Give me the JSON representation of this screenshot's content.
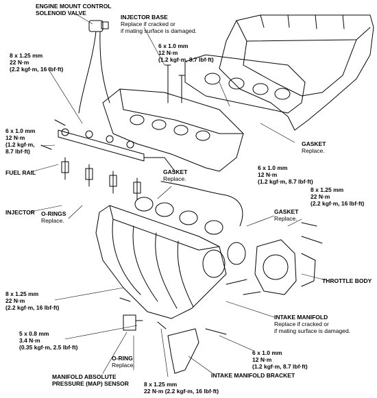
{
  "diagram": {
    "accent": "#000000",
    "labels": {
      "emcsv": {
        "title1": "ENGINE MOUNT CONTROL",
        "title2": "SOLENOID VALVE"
      },
      "injector_base": {
        "title": "INJECTOR BASE",
        "note1": "Replace if cracked or",
        "note2": "if mating surface is damaged."
      },
      "spec_base": {
        "l1": "6 x 1.0 mm",
        "l2": "12 N·m",
        "l3": "(1.2 kgf·m, 8.7 lbf·ft)"
      },
      "spec_left_top": {
        "l1": "8 x 1.25 mm",
        "l2": "22 N·m",
        "l3": "(2.2 kgf·m, 16 lbf·ft)"
      },
      "spec_left_mid": {
        "l1": "6 x 1.0 mm",
        "l2": "12 N·m",
        "l3": "(1.2 kgf·m,",
        "l4": "8.7 lbf·ft)"
      },
      "fuel_rail": {
        "title": "FUEL RAIL"
      },
      "injector": {
        "title": "INJECTOR"
      },
      "orings": {
        "title": "O-RINGS",
        "note": "Replace."
      },
      "gasket_upper": {
        "title": "GASKET",
        "note": "Replace."
      },
      "gasket_center": {
        "title": "GASKET",
        "note": "Replace."
      },
      "spec_center": {
        "l1": "6 x 1.0 mm",
        "l2": "12 N·m",
        "l3": "(1.2 kgf·m, 8.7 lbf·ft)"
      },
      "spec_right": {
        "l1": "8 x 1.25 mm",
        "l2": "22 N·m",
        "l3": "(2.2 kgf·m, 16 lbf·ft)"
      },
      "gasket_right": {
        "title": "GASKET",
        "note": "Replace."
      },
      "throttle_body": {
        "title": "THROTTLE BODY"
      },
      "spec_left_low": {
        "l1": "8 x 1.25 mm",
        "l2": "22 N·m",
        "l3": "(2.2 kgf·m, 16 lbf·ft)"
      },
      "spec_map": {
        "l1": "5 x 0.8 mm",
        "l2": "3.4 N·m",
        "l3": "(0.35 kgf·m, 2.5 lbf·ft)"
      },
      "intake_manifold": {
        "title": "INTAKE MANIFOLD",
        "note1": "Replace if cracked or",
        "note2": "if mating surface is damaged."
      },
      "oring_low": {
        "title": "O-RING",
        "note": "Replace."
      },
      "spec_bracket": {
        "l1": "6 x 1.0 mm",
        "l2": "12 N·m",
        "l3": "(1.2 kgf·m, 8.7 lbf·ft)"
      },
      "map_sensor": {
        "title1": "MANIFOLD ABSOLUTE",
        "title2": "PRESSURE (MAP) SENSOR"
      },
      "bracket": {
        "title": "INTAKE MANIFOLD BRACKET"
      },
      "spec_bottom": {
        "l1": "8 x 1.25 mm",
        "l2": "22 N·m (2.2 kgf·m, 16 lbf·ft)"
      }
    }
  }
}
